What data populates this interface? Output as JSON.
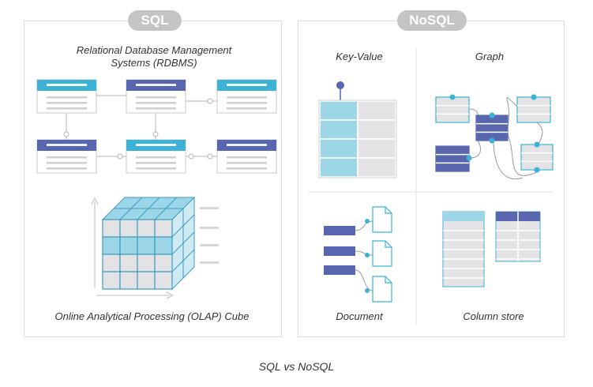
{
  "sql": {
    "badge": "SQL",
    "rdbms_label": "Relational Database Management Systems (RDBMS)",
    "olap_label": "Online Analytical Processing (OLAP) Cube"
  },
  "nosql": {
    "badge": "NoSQL",
    "key_value_label": "Key-Value",
    "graph_label": "Graph",
    "document_label": "Document",
    "column_store_label": "Column store"
  },
  "caption": "SQL vs NoSQL",
  "colors": {
    "teal": "#3cb3d6",
    "indigo": "#5866b0",
    "light_teal": "#9dd6e6",
    "gray_cell": "#e4e4e6",
    "badge_gray": "#c4c4c4"
  }
}
